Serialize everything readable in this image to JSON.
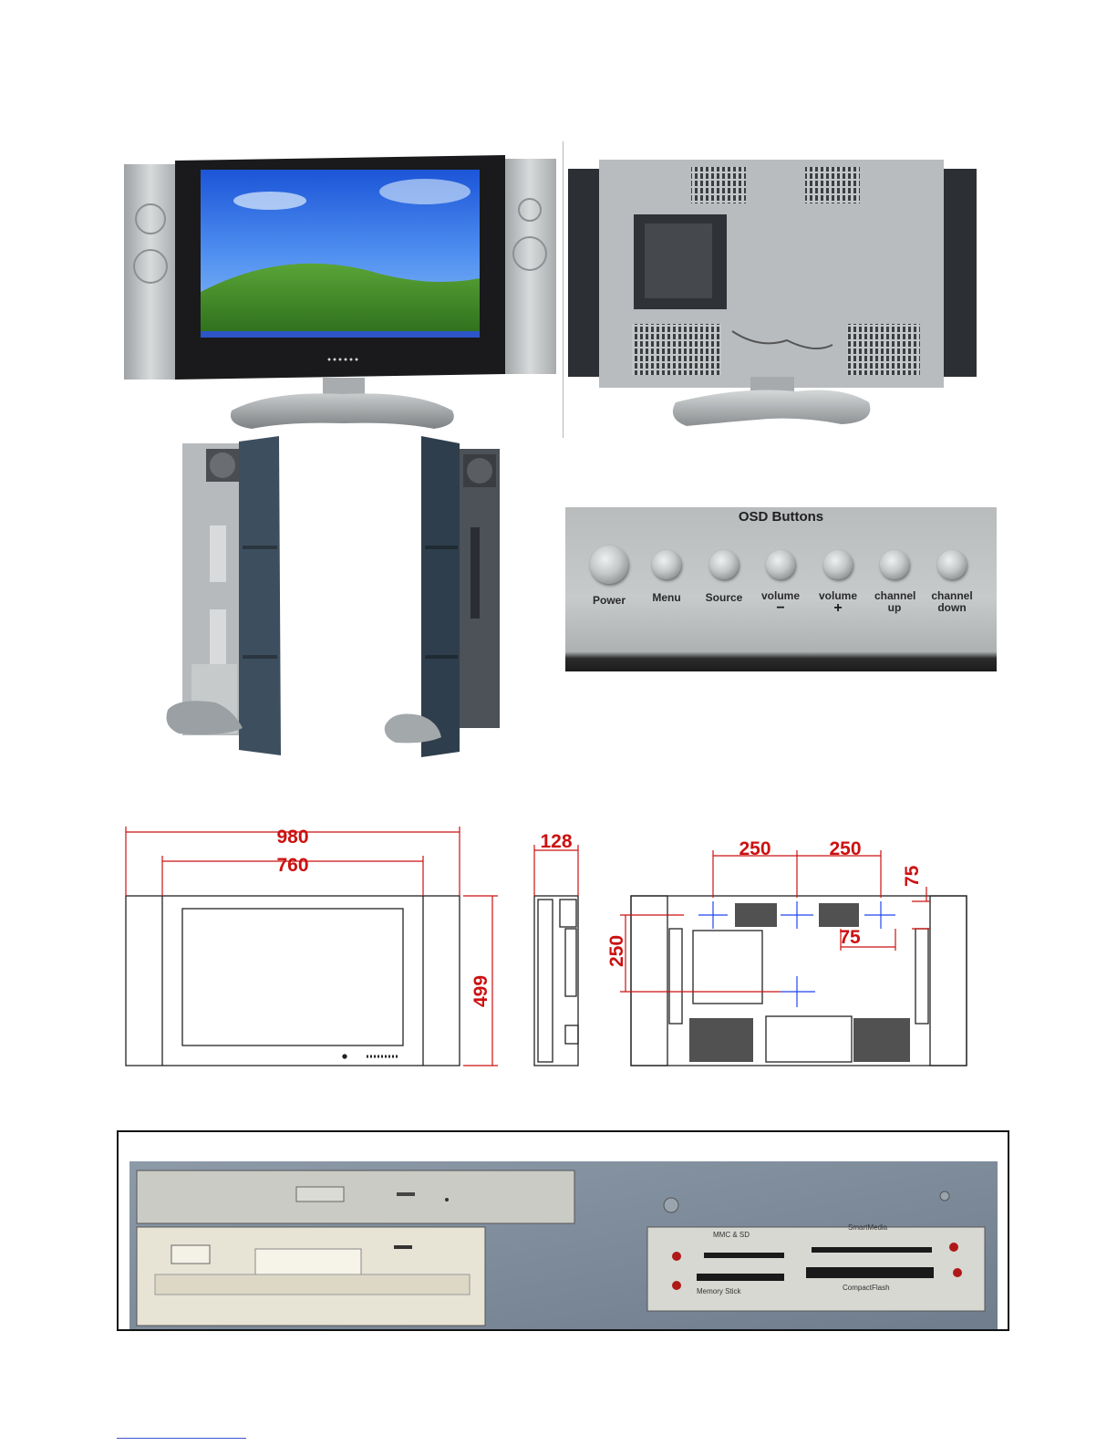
{
  "osd_panel": {
    "title": "OSD Buttons",
    "buttons": [
      {
        "label": "Power",
        "symbol": ""
      },
      {
        "label": "Menu",
        "symbol": ""
      },
      {
        "label": "Source",
        "symbol": ""
      },
      {
        "label": "volume",
        "symbol": "−"
      },
      {
        "label": "volume",
        "symbol": "+"
      },
      {
        "label": "channel up",
        "symbol": ""
      },
      {
        "label": "channel down",
        "symbol": ""
      }
    ]
  },
  "dimensions": {
    "front_outer_width": "980",
    "front_inner_width": "760",
    "front_height": "499",
    "side_depth": "128",
    "rear_spacing_left": "250",
    "rear_spacing_right": "250",
    "rear_vertical_spacing": "250",
    "rear_vesa_horizontal": "75",
    "rear_vesa_vertical": "75"
  },
  "card_reader": {
    "mmc_sd": "MMC & SD",
    "smart_media": "SmartMedia",
    "memory_stick": "Memory Stick",
    "compact_flash": "CompactFlash"
  },
  "colors": {
    "dimension_red": "#cc1111",
    "center_mark_blue": "#2244ee",
    "footer_link_blue": "#3b55c9"
  }
}
